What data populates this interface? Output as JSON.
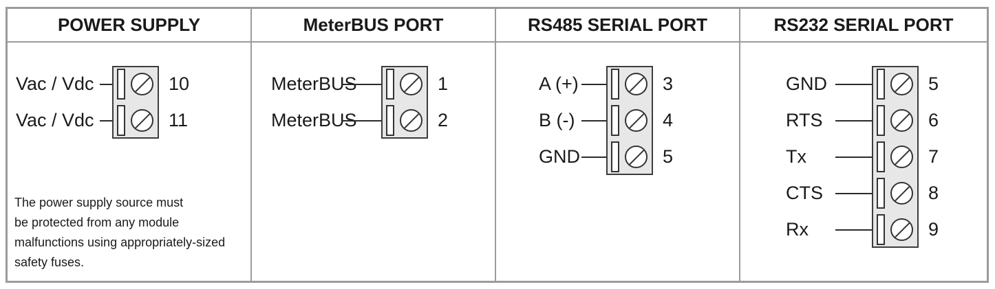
{
  "sections": [
    {
      "id": "power-supply",
      "title": "POWER SUPPLY",
      "terminals": [
        {
          "label": "Vac / Vdc",
          "pin": "10"
        },
        {
          "label": "Vac / Vdc",
          "pin": "11"
        }
      ],
      "note": "The power supply source must\nbe protected from any module\nmalfunctions using appropriately-sized\nsafety fuses."
    },
    {
      "id": "meterbus-port",
      "title": "MeterBUS PORT",
      "terminals": [
        {
          "label": "MeterBUS",
          "pin": "1"
        },
        {
          "label": "MeterBUS",
          "pin": "2"
        }
      ]
    },
    {
      "id": "rs485-serial-port",
      "title": "RS485 SERIAL PORT",
      "terminals": [
        {
          "label": "A (+)",
          "pin": "3"
        },
        {
          "label": "B (-)",
          "pin": "4"
        },
        {
          "label": "GND",
          "pin": "5"
        }
      ]
    },
    {
      "id": "rs232-serial-port",
      "title": "RS232 SERIAL PORT",
      "terminals": [
        {
          "label": "GND",
          "pin": "5"
        },
        {
          "label": "RTS",
          "pin": "6"
        },
        {
          "label": "Tx",
          "pin": "7"
        },
        {
          "label": "CTS",
          "pin": "8"
        },
        {
          "label": "Rx",
          "pin": "9"
        }
      ]
    }
  ],
  "colors": {
    "table_border": "#9b9b9b",
    "terminal_block_fill": "#e7e7e7",
    "outline": "#333333",
    "text": "#1a1a1a",
    "background": "#ffffff"
  }
}
